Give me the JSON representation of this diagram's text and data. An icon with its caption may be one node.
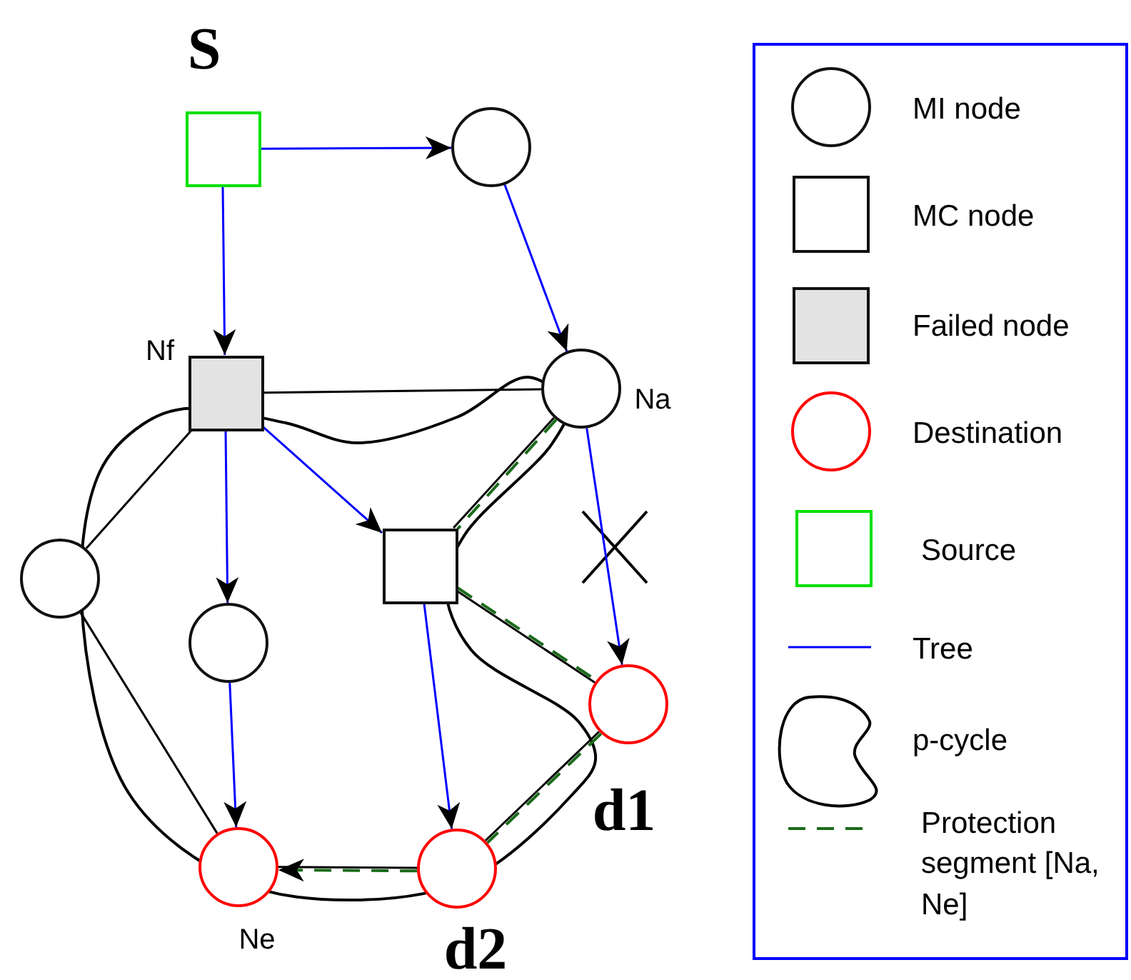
{
  "diagram": {
    "nodes": [
      {
        "text": [
          "S"
        ]
      },
      {
        "text": [],
        "shape": "circle"
      },
      {
        "text": [
          "Nf"
        ]
      },
      {
        "text": [
          "Na"
        ]
      },
      {
        "text": [],
        "shape": "circle"
      },
      {
        "text": [],
        "shape": "box"
      },
      {
        "text": [],
        "shape": "circle"
      },
      {
        "text": [
          "d1"
        ]
      },
      {
        "text": [
          "d2"
        ]
      },
      {
        "text": [
          "Ne"
        ]
      }
    ],
    "edges": [
      {
        "from": 0,
        "to": 1,
        "arrow": "to",
        "color": "#0000ff"
      },
      {
        "from": 0,
        "to": 2,
        "arrow": "to",
        "color": "#0000ff"
      },
      {
        "from": 1,
        "to": 3,
        "arrow": "to",
        "color": "#0000ff"
      },
      {
        "from": 2,
        "to": 6,
        "arrow": "to",
        "color": "#0000ff"
      },
      {
        "from": 2,
        "to": 5,
        "arrow": "to",
        "color": "#0000ff"
      },
      {
        "from": 3,
        "to": 7,
        "arrow": "to",
        "color": "#0000ff"
      },
      {
        "from": 6,
        "to": 9,
        "arrow": "to",
        "color": "#0000ff"
      },
      {
        "from": 5,
        "to": 8,
        "arrow": "to",
        "color": "#0000ff"
      },
      {
        "from": 2,
        "to": 3,
        "arrow": "none",
        "color": "#000000"
      },
      {
        "from": 2,
        "to": 4,
        "arrow": "none",
        "color": "#000000"
      },
      {
        "from": 4,
        "to": 9,
        "arrow": "none",
        "color": "#000000"
      },
      {
        "from": 3,
        "to": 5,
        "arrow": "none",
        "color": "#000000"
      },
      {
        "from": 5,
        "to": 7,
        "arrow": "none",
        "color": "#000000"
      },
      {
        "from": 7,
        "to": 8,
        "arrow": "none",
        "color": "#000000"
      },
      {
        "from": 8,
        "to": 9,
        "arrow": "none",
        "color": "#000000"
      },
      {
        "from": 3,
        "to": 5,
        "arrow": "none",
        "style": "dashed",
        "color": "#1a6b1a"
      },
      {
        "from": 5,
        "to": 7,
        "arrow": "none",
        "style": "dashed",
        "color": "#1a6b1a"
      },
      {
        "from": 7,
        "to": 8,
        "arrow": "none",
        "style": "dashed",
        "color": "#1a6b1a"
      },
      {
        "from": 8,
        "to": 9,
        "arrow": "to",
        "style": "dashed",
        "color": "#1a6b1a"
      }
    ],
    "legend": [
      {
        "text": "MI node"
      },
      {
        "text": "MC node"
      },
      {
        "text": "Failed node"
      },
      {
        "text": "Destination"
      },
      {
        "text": "Source"
      },
      {
        "text": "Tree"
      },
      {
        "text": "p-cycle"
      },
      {
        "text": "Protection segment [Na, Ne]"
      }
    ]
  }
}
